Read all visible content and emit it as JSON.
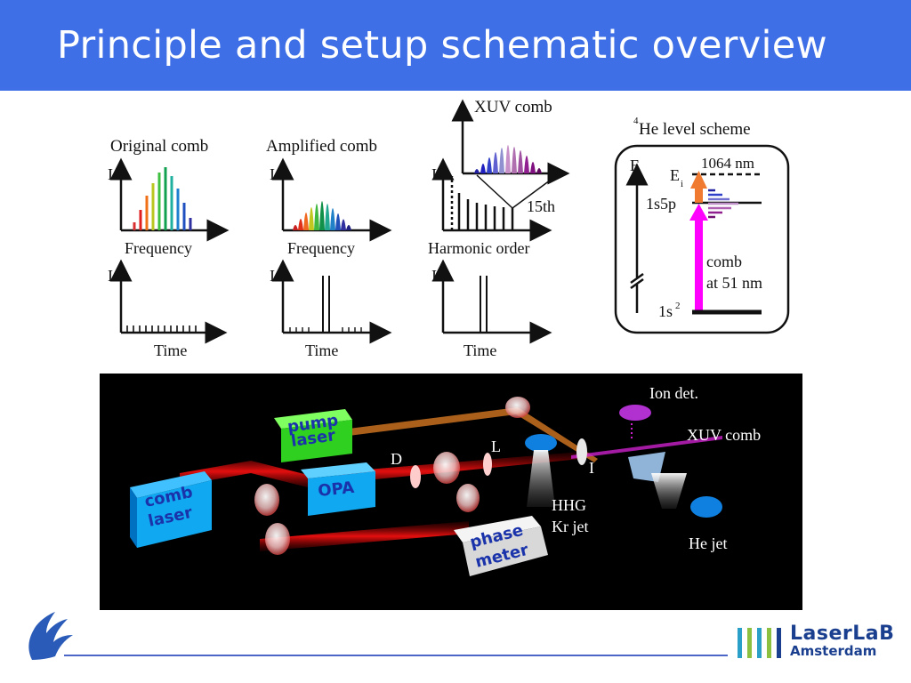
{
  "slide": {
    "title": "Principle and setup schematic overview"
  },
  "panels": {
    "original_comb": {
      "title": "Original comb",
      "freq_axis": "Frequency",
      "time_axis": "Time",
      "y_axis": "I"
    },
    "amplified_comb": {
      "title": "Amplified comb",
      "freq_axis": "Frequency",
      "time_axis": "Time",
      "y_axis": "I"
    },
    "harmonics": {
      "title": "XUV comb",
      "x_axis": "Harmonic order",
      "time_axis": "Time",
      "y_axis": "I",
      "marker": "15th"
    },
    "level_scheme": {
      "title_sup": "4",
      "title": "He level scheme",
      "energy_axis": "E",
      "laser_label": "1064 nm",
      "level_ei": "E",
      "level_ei_sub": "i",
      "level_1s5p": "1s5p",
      "comb_line1": "comb",
      "comb_line2": "at 51 nm",
      "ground": "1s",
      "ground_sup": "2"
    }
  },
  "setup": {
    "comb_laser": [
      "comb",
      "laser"
    ],
    "pump_laser": [
      "pump",
      "laser"
    ],
    "opa": "OPA",
    "phase_meter": [
      "phase",
      "meter"
    ],
    "label_d": "D",
    "label_l": "L",
    "label_i": "I",
    "hhg": [
      "HHG",
      "Kr jet"
    ],
    "ion_det": "Ion det.",
    "xuv_comb": "XUV comb",
    "he_jet": "He jet"
  },
  "footer": {
    "brand_line1": "LaserLaB",
    "brand_line2": "Amsterdam"
  },
  "colors": {
    "title_bar": "#3f6fe6",
    "footer_line": "#4b66c6",
    "brand": "#1b3f8f"
  }
}
